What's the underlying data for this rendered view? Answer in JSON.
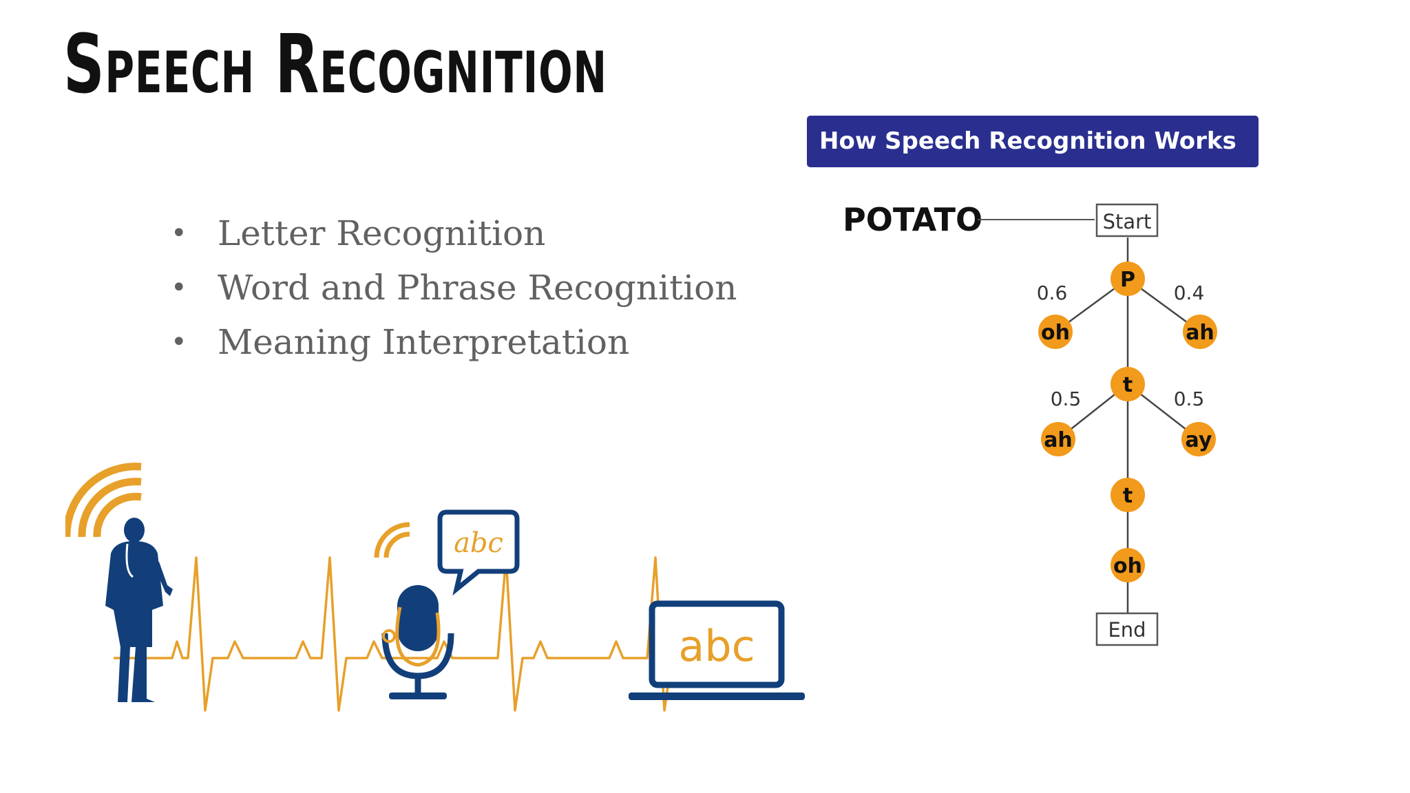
{
  "slide": {
    "title": "Speech Recognition",
    "bullets": [
      "Letter Recognition",
      "Word and Phrase Recognition",
      "Meaning Interpretation"
    ]
  },
  "diagram": {
    "banner": "How Speech Recognition Works",
    "word": "POTATO",
    "start_label": "Start",
    "end_label": "End",
    "nodes": {
      "p": "P",
      "oh1": "oh",
      "ah1": "ah",
      "t1": "t",
      "ah2": "ah",
      "ay": "ay",
      "t2": "t",
      "oh2": "oh"
    },
    "probs": {
      "p_left": "0.6",
      "p_right": "0.4",
      "t_left": "0.5",
      "t_right": "0.5"
    }
  },
  "illustration": {
    "monitor_text": "abc",
    "bubble_text": "abc"
  },
  "colors": {
    "banner_blue": "#2a2f8f",
    "node_orange": "#f29a1b",
    "navy": "#123f7a",
    "ecg_orange": "#e7a02a"
  }
}
